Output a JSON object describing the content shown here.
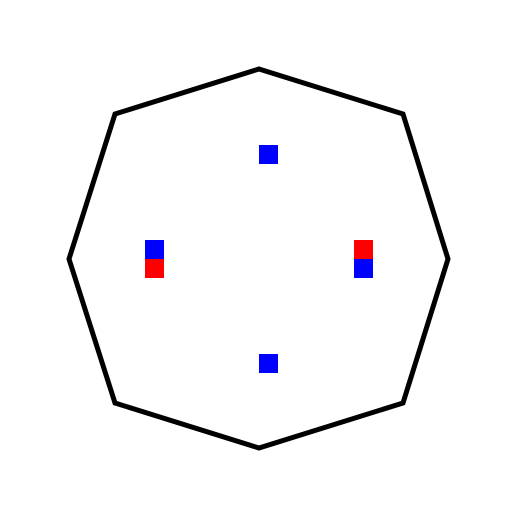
{
  "board": {
    "shape": "octagon",
    "outline_color": "#000000",
    "background_color": "#ffffff"
  },
  "pieces": [
    {
      "id": "top",
      "squares": [
        "blue"
      ]
    },
    {
      "id": "left",
      "squares": [
        "blue",
        "red"
      ]
    },
    {
      "id": "right",
      "squares": [
        "red",
        "blue"
      ]
    },
    {
      "id": "bottom",
      "squares": [
        "blue"
      ]
    }
  ],
  "colors": {
    "blue": "#0000ff",
    "red": "#ff0000"
  }
}
